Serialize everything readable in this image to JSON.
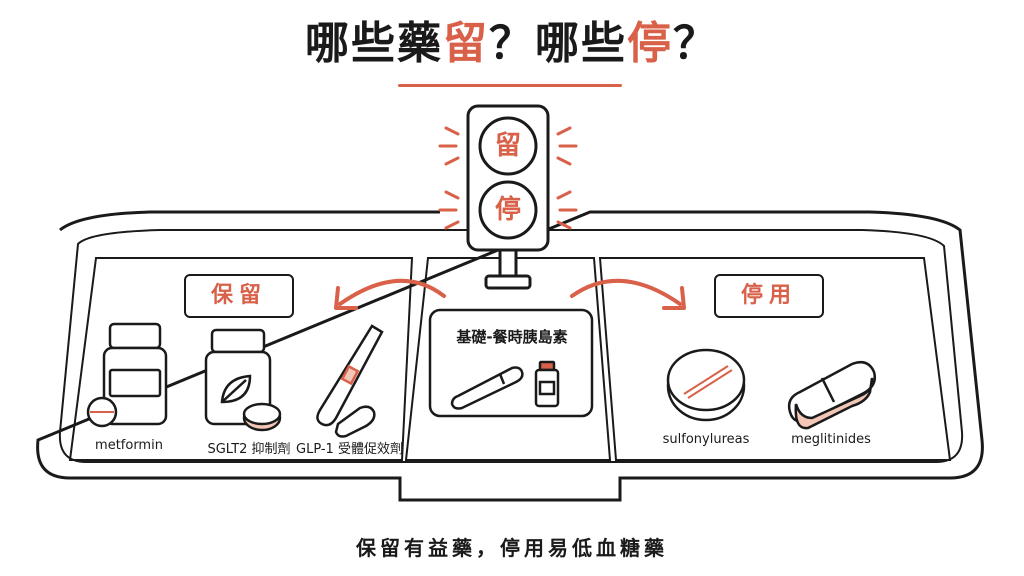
{
  "title": {
    "part1": "哪些藥",
    "keep_word": "留",
    "part2": "？哪些",
    "stop_word": "停",
    "part3": "？"
  },
  "traffic_light": {
    "top": "留",
    "bottom": "停"
  },
  "sections": {
    "keep": {
      "label": "保留",
      "items": [
        "metformin",
        "SGLT2 抑制劑",
        "GLP-1 受體促效劑"
      ]
    },
    "center": {
      "title": "基礎-餐時胰島素"
    },
    "stop": {
      "label": "停用",
      "items": [
        "sulfonylureas",
        "meglitinides"
      ]
    }
  },
  "footer": "保留有益藥，停用易低血糖藥",
  "colors": {
    "accent": "#d9614a",
    "ink": "#1a1a1a",
    "tint": "#f2c7b8"
  }
}
